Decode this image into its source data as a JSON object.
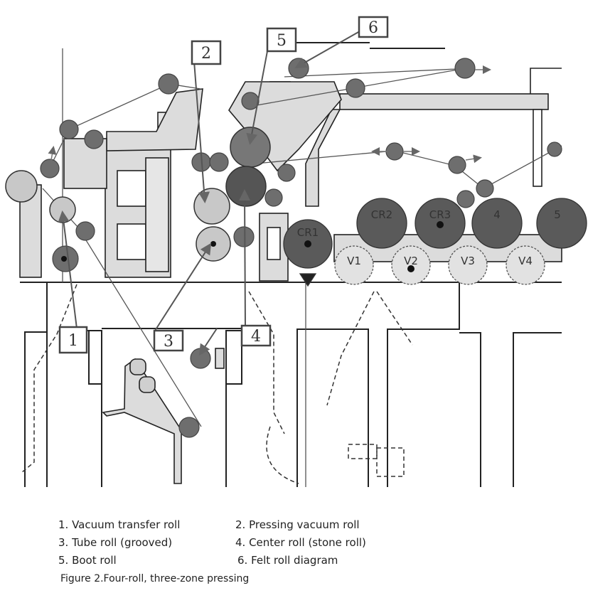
{
  "figure": {
    "title": "Figure 2.Four-roll, three-zone pressing",
    "callouts": [
      {
        "number": "1",
        "name": "Vacuum transfer roll"
      },
      {
        "number": "2",
        "name": "Pressing vacuum roll"
      },
      {
        "number": "3",
        "name": "Tube roll (grooved)"
      },
      {
        "number": "4",
        "name": "Center roll (stone roll)"
      },
      {
        "number": "5",
        "name": "Boot roll"
      },
      {
        "number": "6",
        "name": "Felt roll diagram"
      }
    ],
    "legend": [
      "1. Vacuum transfer roll",
      "2. Pressing vacuum roll",
      "3. Tube roll (grooved)",
      "4. Center roll (stone roll)",
      "5. Boot roll",
      "6. Felt roll diagram"
    ],
    "dryer_rolls": [
      "CR1",
      "CR2",
      "CR3",
      "4",
      "5"
    ],
    "vacuum_rolls": [
      "V1",
      "V2",
      "V3",
      "V4"
    ],
    "colors": {
      "dark_roll": "#5a5a5a",
      "medium_roll": "#7a7a7a",
      "light_roll": "#c8c8c8",
      "frame_fill": "#dcdcdc",
      "line": "#222222"
    }
  }
}
